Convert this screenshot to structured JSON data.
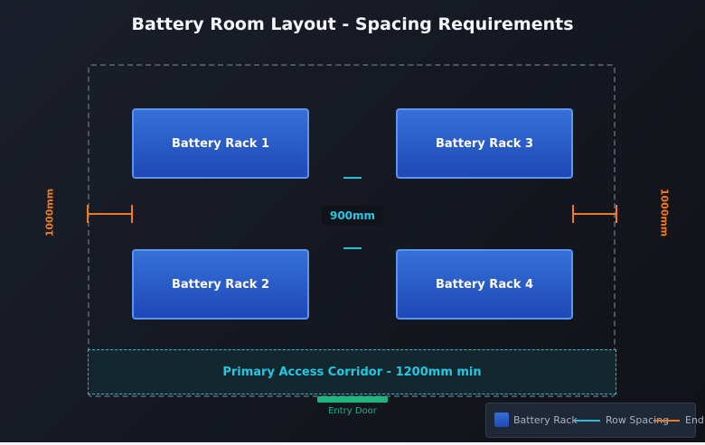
{
  "title": "Battery Room Layout - Spacing Requirements",
  "racks": [
    "Battery Rack 1",
    "Battery Rack 2",
    "Battery Rack 3",
    "Battery Rack 4"
  ],
  "row_spacing_label": "900mm",
  "end_clearance_left": "1000mm",
  "end_clearance_right": "1000mm",
  "corridor_label": "Primary Access Corridor - 1200mm min",
  "door_label": "Entry Door",
  "legend": {
    "rack": "Battery Rack",
    "row": "Row Spacing",
    "end": "End"
  },
  "colors": {
    "rack": "#2a5cc9",
    "row_spacing": "#22c0dc",
    "end_clearance": "#f07a1e",
    "door": "#1fb57e"
  }
}
